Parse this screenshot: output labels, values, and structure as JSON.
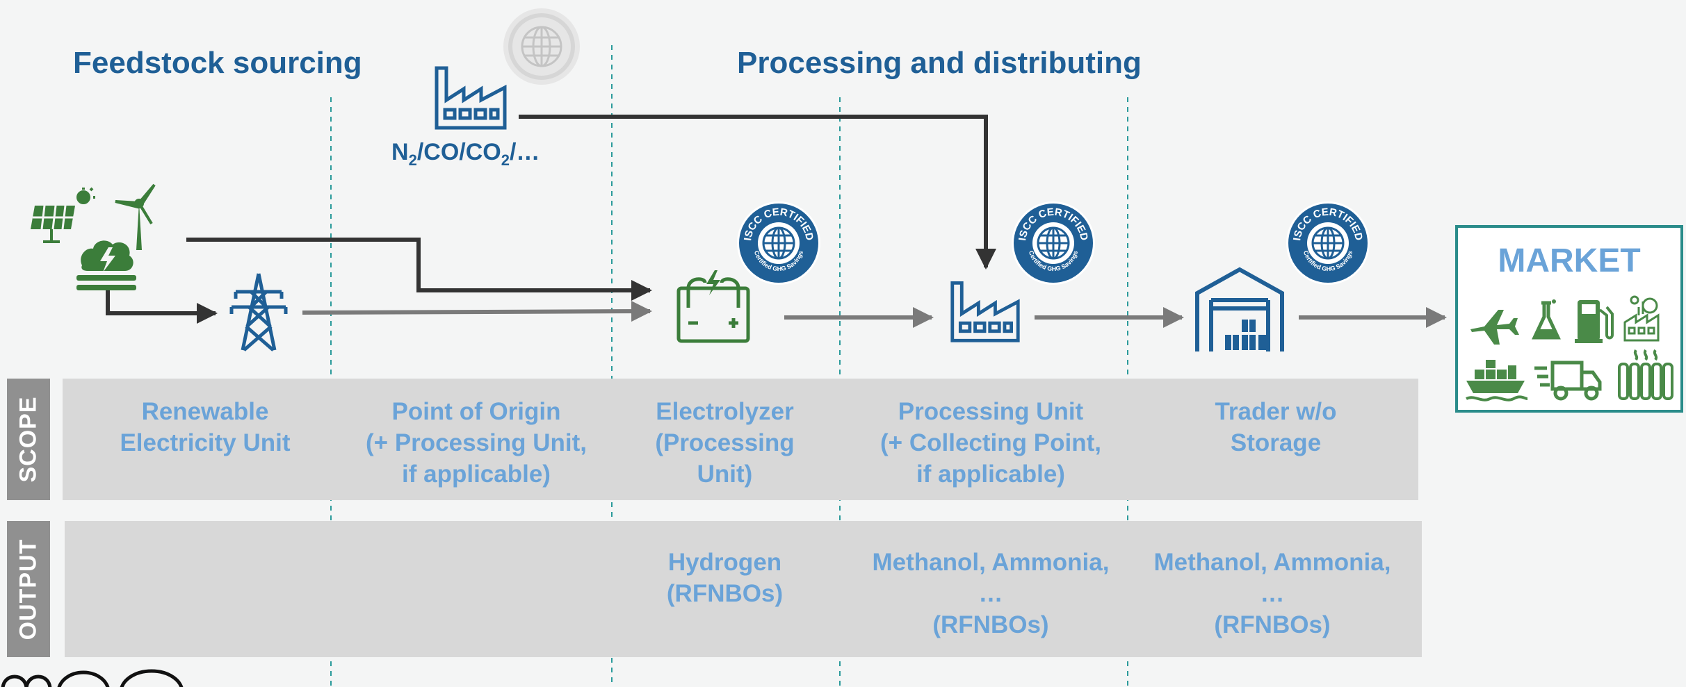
{
  "headings": {
    "feedstock": "Feedstock sourcing",
    "processing": "Processing and distributing"
  },
  "gas_label": {
    "main1": "N",
    "sub1": "2",
    "main2": "/CO/CO",
    "sub2": "2",
    "main3": "/…"
  },
  "badges": {
    "top": "ISCC CERTIFIED",
    "bottom": "Certified GHG Savings"
  },
  "market": {
    "title": "MARKET"
  },
  "rows": {
    "scope_label": "SCOPE",
    "output_label": "OUTPUT"
  },
  "scope_cells": [
    [
      "Renewable",
      "Electricity Unit"
    ],
    [
      "Point of Origin",
      "(+ Processing Unit,",
      "if applicable)"
    ],
    [
      "Electrolyzer",
      "(Processing",
      "Unit)"
    ],
    [
      "Processing Unit",
      "(+ Collecting Point,",
      "if applicable)"
    ],
    [
      "Trader w/o",
      "Storage"
    ]
  ],
  "output_cells": [
    [],
    [],
    [
      "Hydrogen",
      "(RFNBOs)"
    ],
    [
      "Methanol, Ammonia,",
      "…",
      "(RFNBOs)"
    ],
    [
      "Methanol, Ammonia,",
      "…",
      "(RFNBOs)"
    ]
  ],
  "colors": {
    "brand_blue": "#1f5f96",
    "light_blue": "#6aa3d8",
    "green": "#3b7d3a",
    "teal": "#2a8c8a",
    "arrow_dark": "#333333",
    "arrow_gray": "#7a7a7a"
  },
  "icons": [
    "solar-panel-icon",
    "wind-turbine-icon",
    "hydro-icon",
    "power-pylon-icon",
    "electrolyzer-battery-icon",
    "factory-icon",
    "warehouse-icon",
    "airplane-icon",
    "flask-icon",
    "fuel-pump-icon",
    "industry-icon",
    "ship-icon",
    "truck-icon",
    "radiator-icon",
    "globe-icon"
  ]
}
